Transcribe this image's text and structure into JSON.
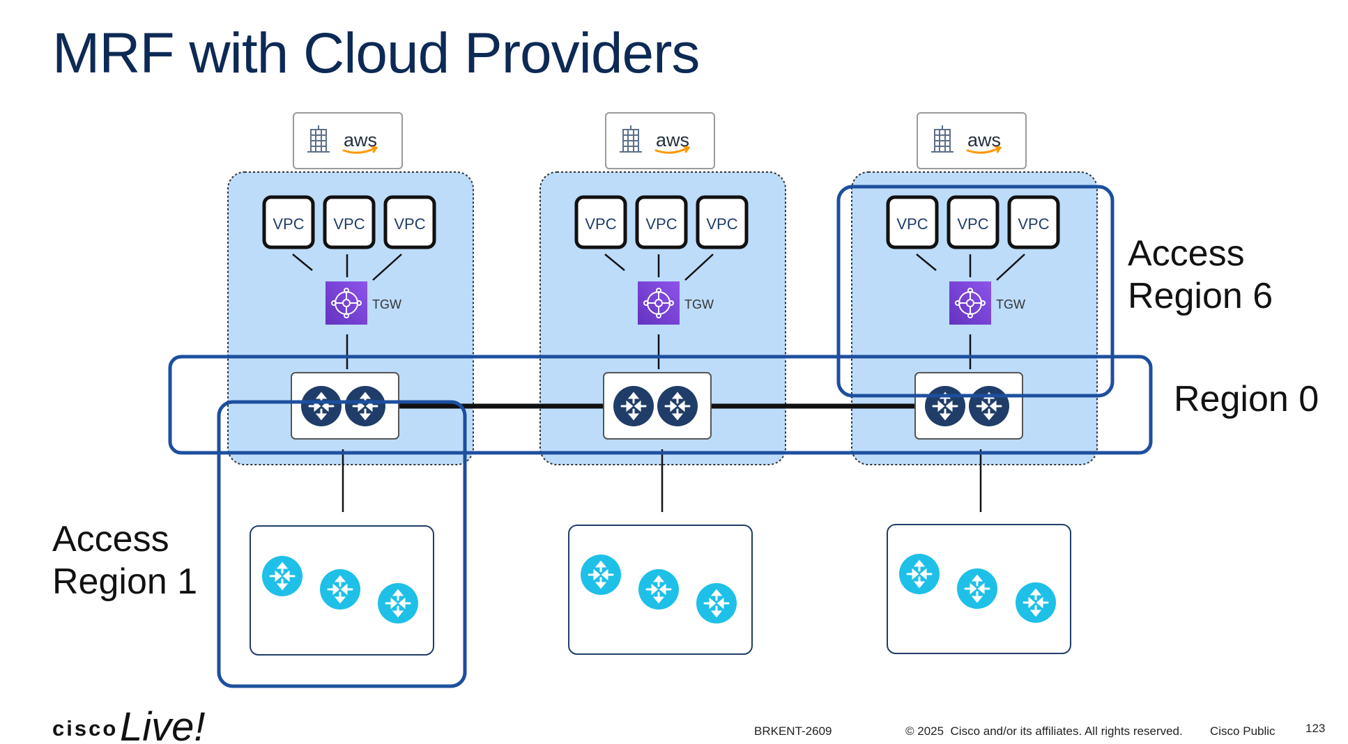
{
  "title": "MRF with Cloud Providers",
  "labels": {
    "access_region_6_line1": "Access",
    "access_region_6_line2": "Region 6",
    "region_0": "Region 0",
    "access_region_1_line1": "Access",
    "access_region_1_line2": "Region 1"
  },
  "cloud": {
    "provider": "aws",
    "vpc_label": "VPC",
    "tgw_label": "TGW"
  },
  "footer": {
    "brand": "cisco",
    "brand_script": "Live!",
    "session_code": "BRKENT-2609",
    "copyright": "© 2025  Cisco and/or its affiliates. All rights reserved.",
    "classification": "Cisco Public",
    "page_number": "123"
  },
  "colors": {
    "title": "#0d2a55",
    "cloud_fill": "#bcdcfa",
    "region_outline": "#1d4f9e",
    "router_dark": "#1f3d68",
    "router_light": "#1ec0e8",
    "tgw_purple": "#7a3fd6"
  }
}
